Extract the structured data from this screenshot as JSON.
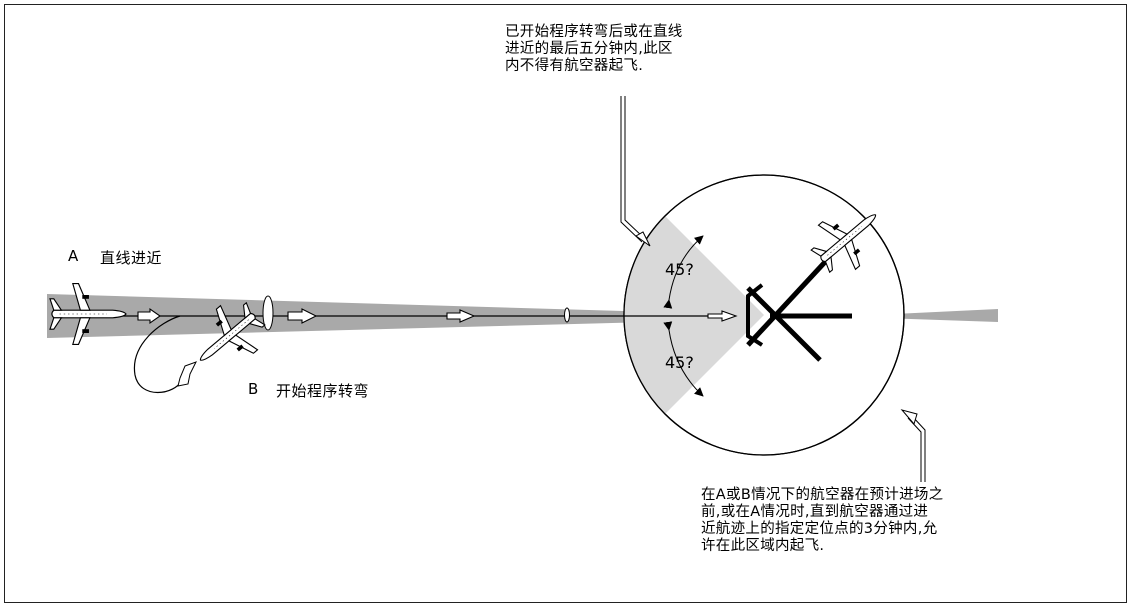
{
  "labels": {
    "top_note": "已开始程序转弯后或在直线\n进近的最后五分钟内,此区\n内不得有航空器起飞.",
    "bottom_note": "在A或B情况下的航空器在预计进场之\n前,或在A情况时,直到航空器通过进\n近航迹上的指定定位点的3分钟内,允\n许在此区域内起飞.",
    "case_a_letter": "A",
    "case_a_text": "直线进近",
    "case_b_letter": "B",
    "case_b_text": "开始程序转弯",
    "angle_upper": "45?",
    "angle_lower": "45?"
  },
  "colors": {
    "sector_fill": "#d9d9d9",
    "approach_wedge": "#a9a9a9",
    "line": "#000000"
  }
}
